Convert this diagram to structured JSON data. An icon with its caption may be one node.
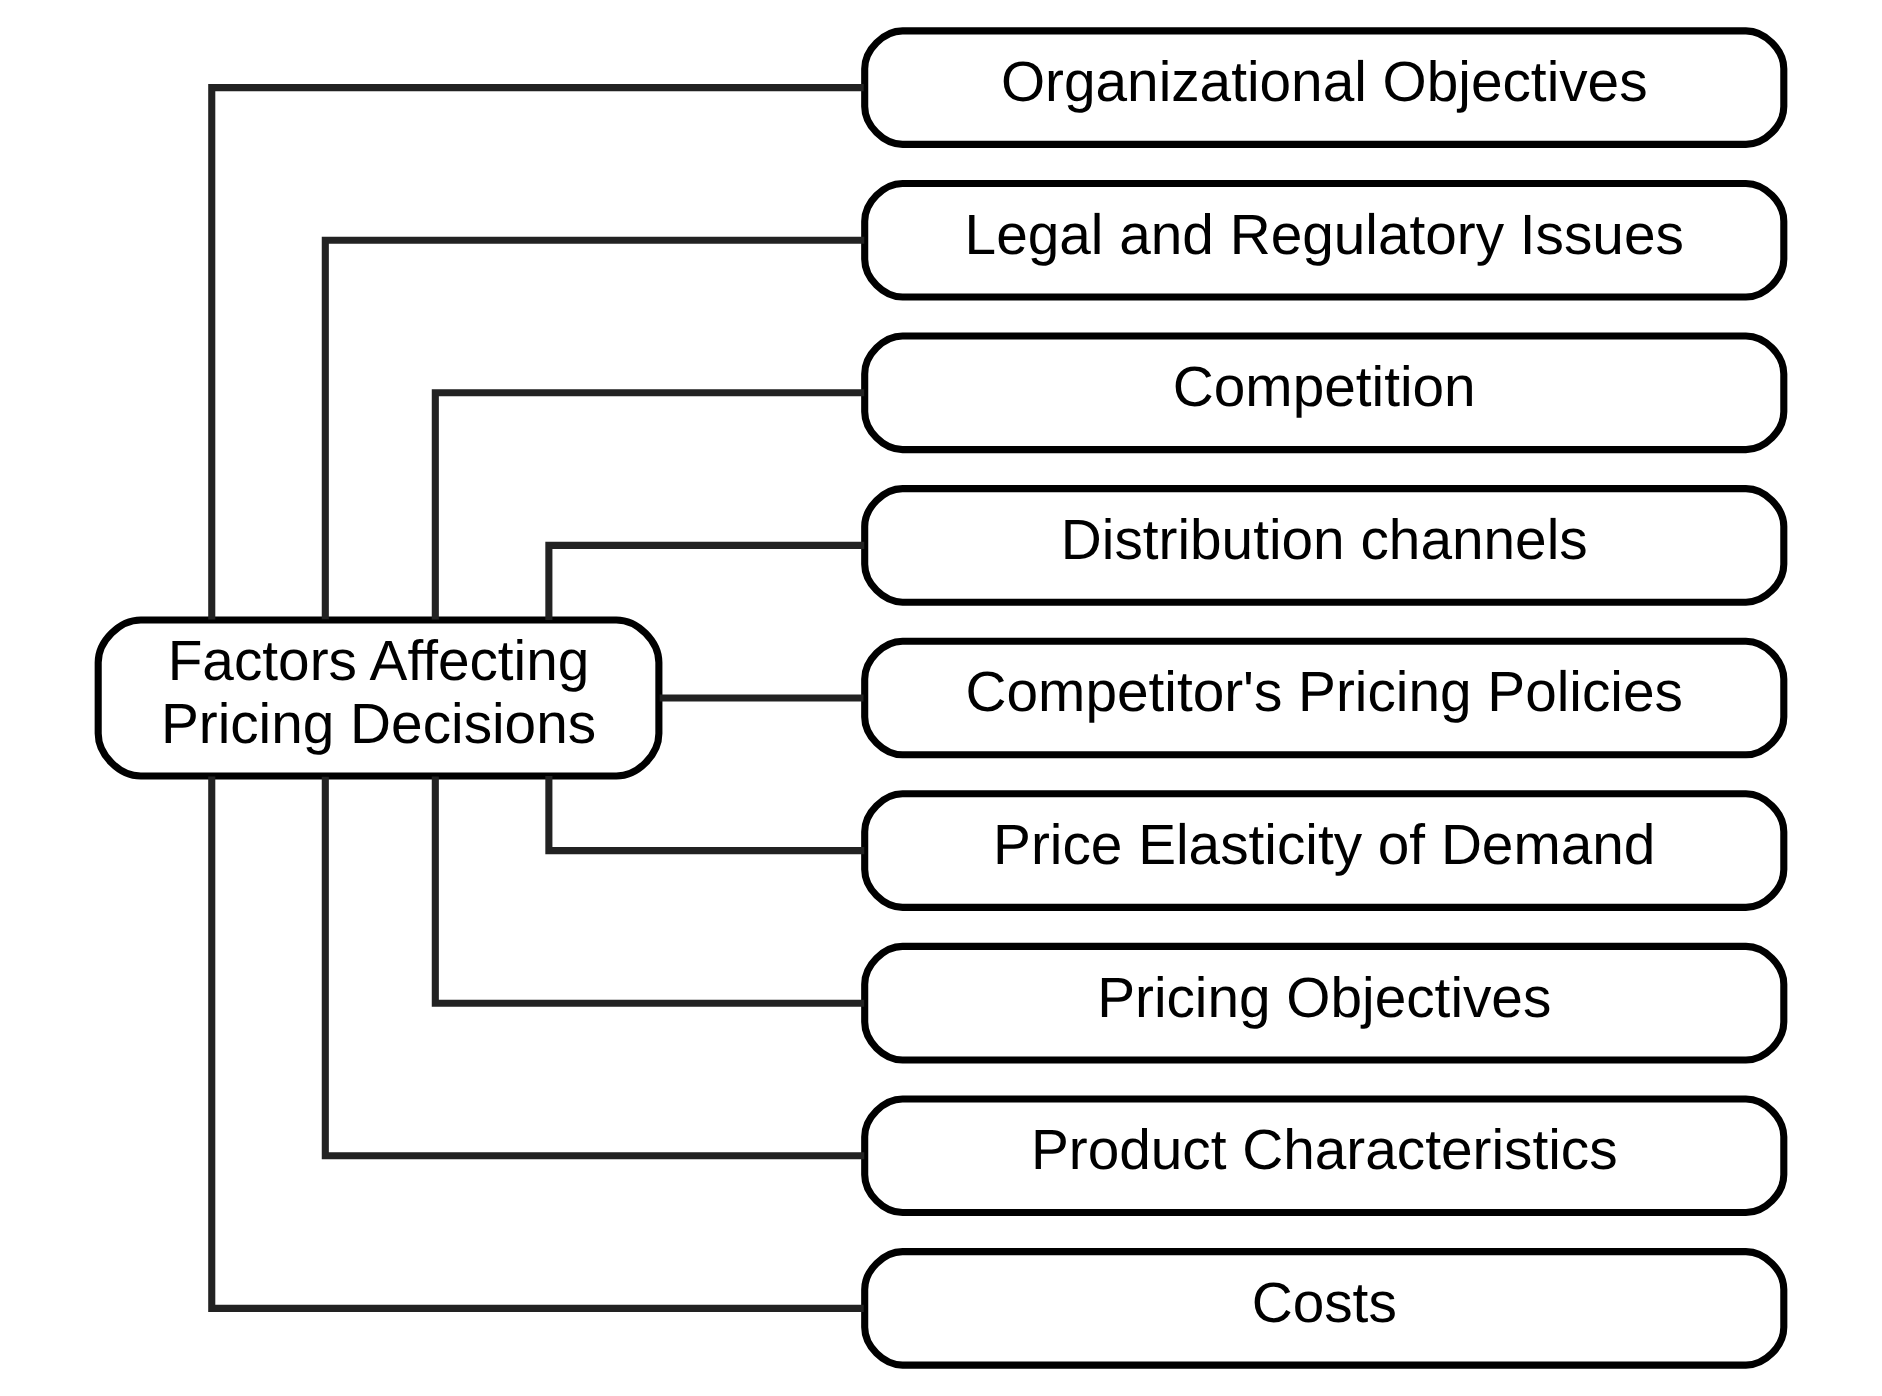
{
  "diagram": {
    "nodes": [
      {
        "text": [
          "Factors Affecting Pricing Decisions"
        ]
      },
      {
        "text": [
          "Organizational Objectives"
        ]
      },
      {
        "text": [
          "Legal and Regulatory Issues"
        ]
      },
      {
        "text": [
          "Competition"
        ]
      },
      {
        "text": [
          "Distribution channels"
        ]
      },
      {
        "text": [
          "Competitor's Pricing Policies"
        ]
      },
      {
        "text": [
          "Price Elasticity of Demand"
        ]
      },
      {
        "text": [
          "Pricing Objectives"
        ]
      },
      {
        "text": [
          "Product Characteristics"
        ]
      },
      {
        "text": [
          "Costs"
        ]
      }
    ],
    "edges": [
      {
        "from": 0,
        "to": 1,
        "arrow": "none"
      },
      {
        "from": 0,
        "to": 2,
        "arrow": "none"
      },
      {
        "from": 0,
        "to": 3,
        "arrow": "none"
      },
      {
        "from": 0,
        "to": 4,
        "arrow": "none"
      },
      {
        "from": 0,
        "to": 5,
        "arrow": "none"
      },
      {
        "from": 0,
        "to": 6,
        "arrow": "none"
      },
      {
        "from": 0,
        "to": 7,
        "arrow": "none"
      },
      {
        "from": 0,
        "to": 8,
        "arrow": "none"
      },
      {
        "from": 0,
        "to": 9,
        "arrow": "none"
      }
    ]
  }
}
